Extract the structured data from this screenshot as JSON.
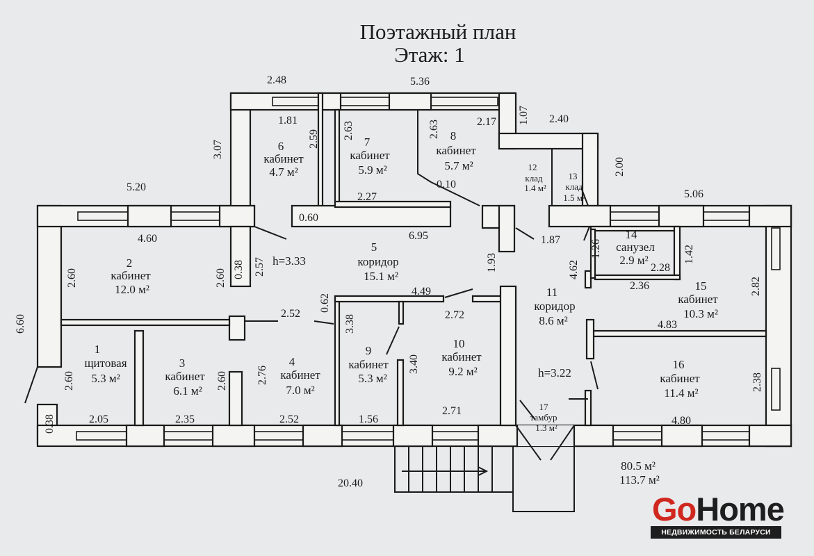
{
  "title": {
    "line1": "Поэтажный план",
    "line2": "Этаж: 1"
  },
  "rooms": [
    {
      "id": "room-1",
      "number": "1",
      "name": "щитовая",
      "area": "5.3 м²"
    },
    {
      "id": "room-2",
      "number": "2",
      "name": "кабинет",
      "area": "12.0 м²"
    },
    {
      "id": "room-3",
      "number": "3",
      "name": "кабинет",
      "area": "6.1 м²"
    },
    {
      "id": "room-4",
      "number": "4",
      "name": "кабинет",
      "area": "7.0 м²"
    },
    {
      "id": "room-5",
      "number": "5",
      "name": "коридор",
      "area": "15.1 м²"
    },
    {
      "id": "room-6",
      "number": "6",
      "name": "кабинет",
      "area": "4.7 м²"
    },
    {
      "id": "room-7",
      "number": "7",
      "name": "кабинет",
      "area": "5.9 м²"
    },
    {
      "id": "room-8",
      "number": "8",
      "name": "кабинет",
      "area": "5.7 м²"
    },
    {
      "id": "room-9",
      "number": "9",
      "name": "кабинет",
      "area": "5.3 м²"
    },
    {
      "id": "room-10",
      "number": "10",
      "name": "кабинет",
      "area": "9.2 м²"
    },
    {
      "id": "room-11",
      "number": "11",
      "name": "коридор",
      "area": "8.6 м²"
    },
    {
      "id": "room-12",
      "number": "12",
      "name": "клад",
      "area": "1.4 м²"
    },
    {
      "id": "room-13",
      "number": "13",
      "name": "клад",
      "area": "1.5 м²"
    },
    {
      "id": "room-14",
      "number": "14",
      "name": "санузел",
      "area": "2.9 м²"
    },
    {
      "id": "room-15",
      "number": "15",
      "name": "кабинет",
      "area": "10.3 м²"
    },
    {
      "id": "room-16",
      "number": "16",
      "name": "кабинет",
      "area": "11.4 м²"
    },
    {
      "id": "room-17",
      "number": "17",
      "name": "тамбур",
      "area": "1.3 м²"
    }
  ],
  "heights": {
    "corridor_5": "h=3.33",
    "corridor_11": "h=3.22"
  },
  "dimensions": {
    "top_2_48": "2.48",
    "top_5_36": "5.36",
    "top_1_07": "1.07",
    "top_2_40": "2.40",
    "top_5_20": "5.20",
    "top_5_06": "5.06",
    "side_3_07": "3.07",
    "side_2_00": "2.00",
    "r6_1_81": "1.81",
    "r6_2_59": "2.59",
    "r7_2_63": "2.63",
    "r8_2_63": "2.63",
    "r8_2_17": "2.17",
    "r7_2_27": "2.27",
    "r8_0_10": "0.10",
    "wall_0_60": "0.60",
    "cor_6_95": "6.95",
    "r2_4_60": "4.60",
    "r2_2_60": "2.60",
    "r2_2_60b": "2.60",
    "wall_0_38": "0.38",
    "cor_2_57": "2.57",
    "cor_1_93": "1.93",
    "cor_1_87": "1.87",
    "r14_1_26": "1.26",
    "r14_1_42": "1.42",
    "r14_2_28": "2.28",
    "r14_4_62": "4.62",
    "r14_2_36": "2.36",
    "r15_2_82": "2.82",
    "overall_6_60": "6.60",
    "r4_2_52": "2.52",
    "r4_0_62": "0.62",
    "r9_4_49": "4.49",
    "r10_2_72": "2.72",
    "r9_3_38": "3.38",
    "r15_4_83": "4.83",
    "r1_2_60": "2.60",
    "r4_2_76": "2.76",
    "r3_2_60": "2.60",
    "r9_3_40": "3.40",
    "r16_2_38": "2.38",
    "b_0_38": "0.38",
    "b_2_05": "2.05",
    "b_2_35": "2.35",
    "b_2_52": "2.52",
    "b_1_56": "1.56",
    "b_2_71": "2.71",
    "b_4_80": "4.80",
    "overall_20_40": "20.40"
  },
  "totals": {
    "area_main": "80.5 м²",
    "area_total": "113.7 м²"
  },
  "logo": {
    "part1": "Go",
    "part2": "Home",
    "tagline": "НЕДВИЖИМОСТЬ БЕЛАРУСИ"
  }
}
